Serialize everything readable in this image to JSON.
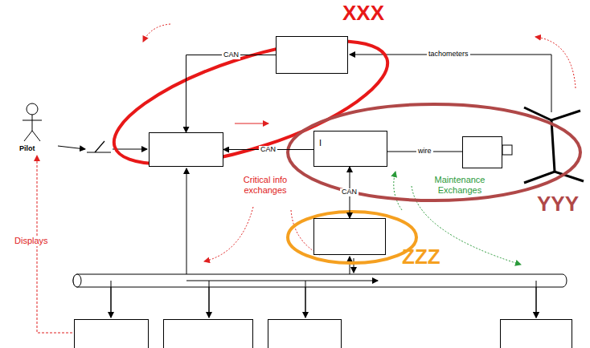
{
  "diagram": {
    "nodes": [
      {
        "text": []
      },
      {
        "text": []
      },
      {
        "text": [
          "I"
        ]
      },
      {
        "text": []
      },
      {
        "text": []
      },
      {
        "text": []
      },
      {
        "text": []
      },
      {
        "text": []
      },
      {
        "text": []
      }
    ],
    "edges": [
      {
        "from": 0,
        "to": 1,
        "arrow": "to",
        "label": "CAN"
      },
      {
        "from": 2,
        "to": 1,
        "arrow": "to",
        "label": "CAN"
      },
      {
        "from": 2,
        "to": 3,
        "arrow": "none",
        "label": "wire"
      },
      {
        "from": 2,
        "to": 4,
        "arrow": "both",
        "label": "CAN"
      }
    ],
    "labels": [
      "Pilot",
      "XXX",
      "YYY",
      "ZZZ",
      "tachometers",
      "Critical info exchanges",
      "Maintenance Exchanges",
      "Displays"
    ]
  }
}
